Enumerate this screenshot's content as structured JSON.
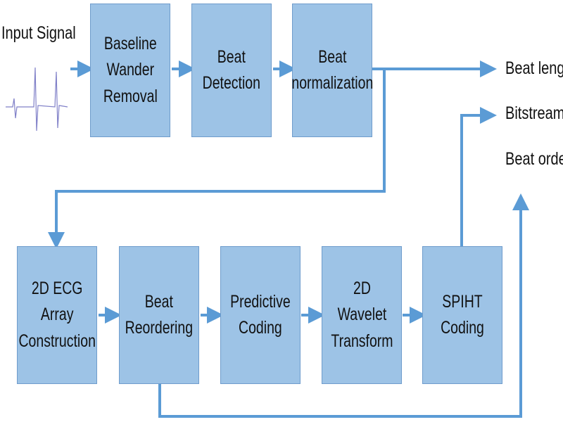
{
  "input_label": "Input Signal",
  "blocks": {
    "baseline": "Baseline\nWander\nRemoval",
    "beat_detection": "Beat\nDetection",
    "beat_normalization": "Beat\nnormalization",
    "ecg_array": "2D ECG Array\nConstruction",
    "beat_reordering": "Beat\nReordering",
    "predictive_coding": "Predictive\nCoding",
    "wavelet": "2D Wavelet\nTransform",
    "spiht": "SPIHT Coding"
  },
  "outputs": [
    "Beat length",
    "Bitstream",
    "Beat order"
  ],
  "colors": {
    "block_fill": "#9dc3e6",
    "block_border": "#6f9ccc",
    "arrow": "#5b9bd5",
    "signal": "#8080c8"
  }
}
